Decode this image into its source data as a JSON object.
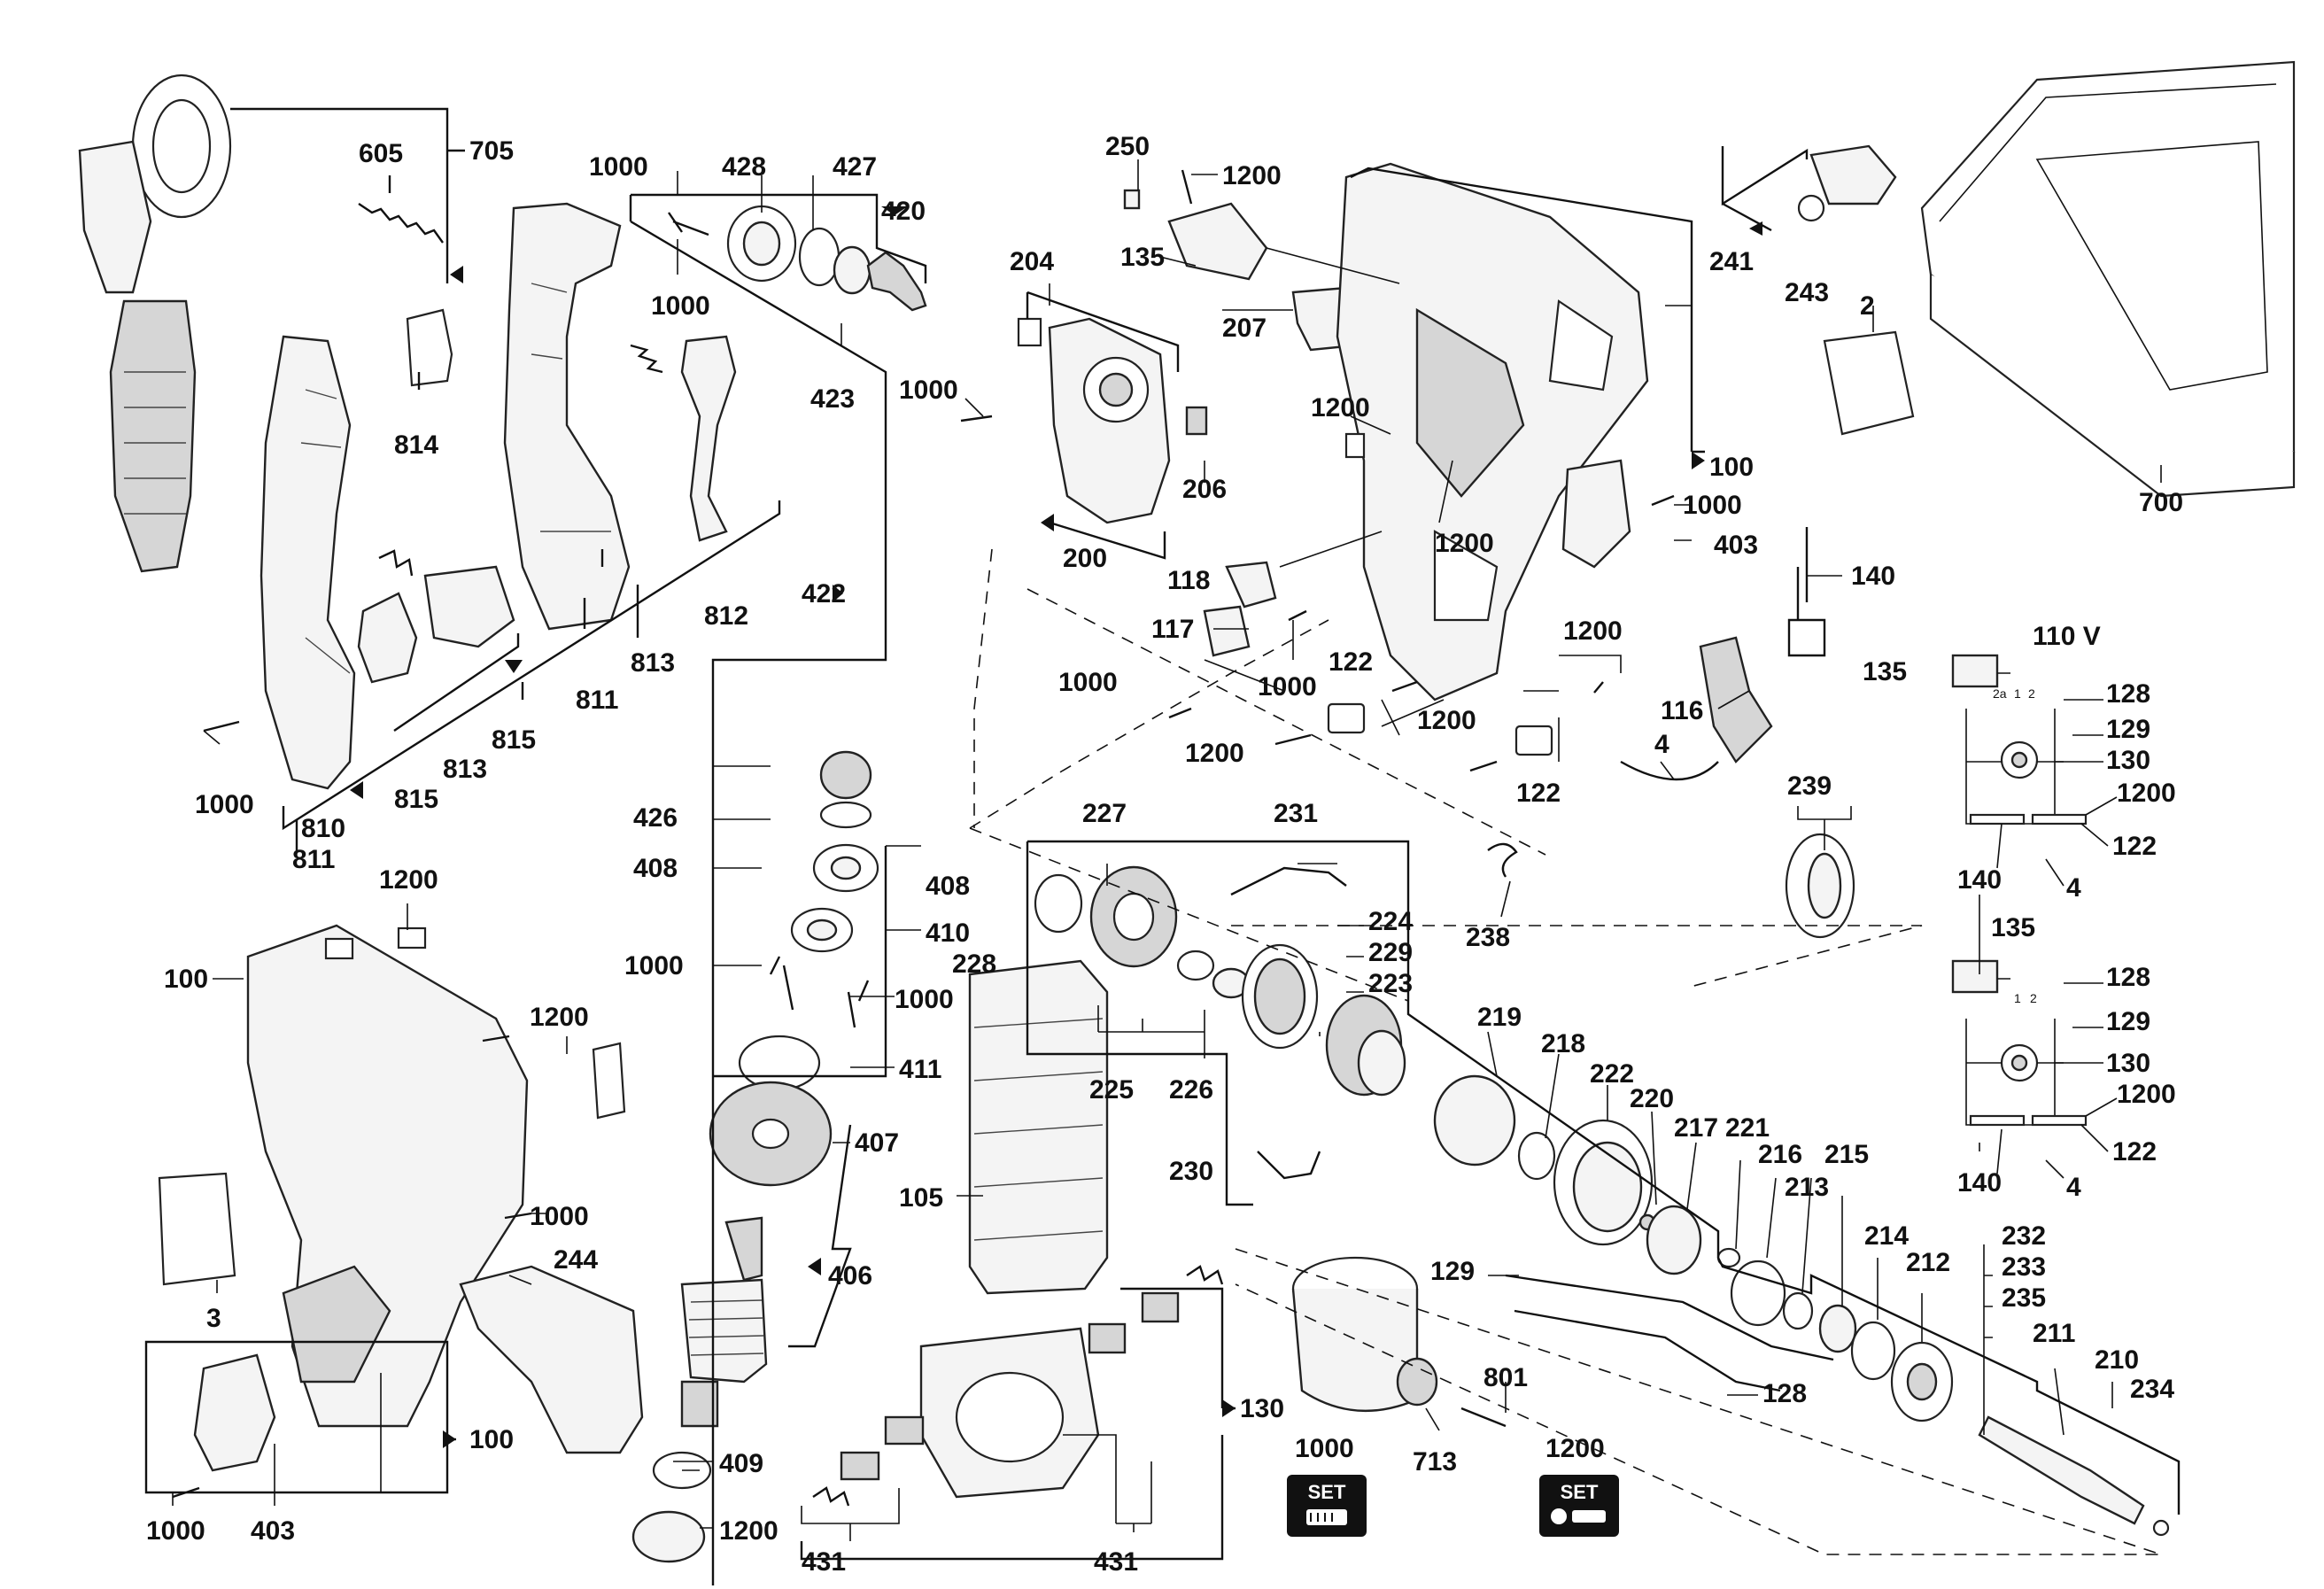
{
  "diagram": {
    "callouts": [
      {
        "id": "c-605",
        "text": "605"
      },
      {
        "id": "c-705",
        "text": "705"
      },
      {
        "id": "c-814",
        "text": "814"
      },
      {
        "id": "c-812",
        "text": "812"
      },
      {
        "id": "c-811a",
        "text": "811"
      },
      {
        "id": "c-813a",
        "text": "813"
      },
      {
        "id": "c-815a",
        "text": "815"
      },
      {
        "id": "c-813b",
        "text": "813"
      },
      {
        "id": "c-815b",
        "text": "815"
      },
      {
        "id": "c-810",
        "text": "810"
      },
      {
        "id": "c-811b",
        "text": "811"
      },
      {
        "id": "c-1000a",
        "text": "1000"
      },
      {
        "id": "c-1000b",
        "text": "1000"
      },
      {
        "id": "c-428",
        "text": "428"
      },
      {
        "id": "c-427",
        "text": "427"
      },
      {
        "id": "c-420",
        "text": "420"
      },
      {
        "id": "c-1000c",
        "text": "1000"
      },
      {
        "id": "c-423",
        "text": "423"
      },
      {
        "id": "c-1000d",
        "text": "1000"
      },
      {
        "id": "c-422",
        "text": "422"
      },
      {
        "id": "c-204",
        "text": "204"
      },
      {
        "id": "c-206",
        "text": "206"
      },
      {
        "id": "c-200",
        "text": "200"
      },
      {
        "id": "c-250",
        "text": "250"
      },
      {
        "id": "c-1200a",
        "text": "1200"
      },
      {
        "id": "c-135a",
        "text": "135"
      },
      {
        "id": "c-207",
        "text": "207"
      },
      {
        "id": "c-1200b",
        "text": "1200"
      },
      {
        "id": "c-100a",
        "text": "100"
      },
      {
        "id": "c-1000e",
        "text": "1000"
      },
      {
        "id": "c-403a",
        "text": "403"
      },
      {
        "id": "c-1200c",
        "text": "1200"
      },
      {
        "id": "c-118",
        "text": "118"
      },
      {
        "id": "c-117",
        "text": "117"
      },
      {
        "id": "c-1000f",
        "text": "1000"
      },
      {
        "id": "c-1000g",
        "text": "1000"
      },
      {
        "id": "c-122a",
        "text": "122"
      },
      {
        "id": "c-1200d",
        "text": "1200"
      },
      {
        "id": "c-1200e",
        "text": "1200"
      },
      {
        "id": "c-1200f",
        "text": "1200"
      },
      {
        "id": "c-122b",
        "text": "122"
      },
      {
        "id": "c-241",
        "text": "241"
      },
      {
        "id": "c-243",
        "text": "243"
      },
      {
        "id": "c-2",
        "text": "2"
      },
      {
        "id": "c-700",
        "text": "700"
      },
      {
        "id": "c-140a",
        "text": "140"
      },
      {
        "id": "c-116",
        "text": "116"
      },
      {
        "id": "c-4a",
        "text": "4"
      },
      {
        "id": "c-239",
        "text": "239"
      },
      {
        "id": "c-238",
        "text": "238"
      },
      {
        "id": "c-110v",
        "text": "110 V"
      },
      {
        "id": "c-135b",
        "text": "135"
      },
      {
        "id": "c-128a",
        "text": "128"
      },
      {
        "id": "c-129a",
        "text": "129"
      },
      {
        "id": "c-130a",
        "text": "130"
      },
      {
        "id": "c-1200g",
        "text": "1200"
      },
      {
        "id": "c-122c",
        "text": "122"
      },
      {
        "id": "c-140b",
        "text": "140"
      },
      {
        "id": "c-4b",
        "text": "4"
      },
      {
        "id": "c-135c",
        "text": "135"
      },
      {
        "id": "c-128b",
        "text": "128"
      },
      {
        "id": "c-129b",
        "text": "129"
      },
      {
        "id": "c-130b",
        "text": "130"
      },
      {
        "id": "c-1200h",
        "text": "1200"
      },
      {
        "id": "c-122d",
        "text": "122"
      },
      {
        "id": "c-140c",
        "text": "140"
      },
      {
        "id": "c-4c",
        "text": "4"
      },
      {
        "id": "c-426",
        "text": "426"
      },
      {
        "id": "c-408a",
        "text": "408"
      },
      {
        "id": "c-408b",
        "text": "408"
      },
      {
        "id": "c-410",
        "text": "410"
      },
      {
        "id": "c-1000h",
        "text": "1000"
      },
      {
        "id": "c-1000i",
        "text": "1000"
      },
      {
        "id": "c-411",
        "text": "411"
      },
      {
        "id": "c-407",
        "text": "407"
      },
      {
        "id": "c-406",
        "text": "406"
      },
      {
        "id": "c-409",
        "text": "409"
      },
      {
        "id": "c-1200i",
        "text": "1200"
      },
      {
        "id": "c-227",
        "text": "227"
      },
      {
        "id": "c-231",
        "text": "231"
      },
      {
        "id": "c-228",
        "text": "228"
      },
      {
        "id": "c-224",
        "text": "224"
      },
      {
        "id": "c-229",
        "text": "229"
      },
      {
        "id": "c-223",
        "text": "223"
      },
      {
        "id": "c-225",
        "text": "225"
      },
      {
        "id": "c-226",
        "text": "226"
      },
      {
        "id": "c-230",
        "text": "230"
      },
      {
        "id": "c-219",
        "text": "219"
      },
      {
        "id": "c-218",
        "text": "218"
      },
      {
        "id": "c-222",
        "text": "222"
      },
      {
        "id": "c-220",
        "text": "220"
      },
      {
        "id": "c-217",
        "text": "217"
      },
      {
        "id": "c-221",
        "text": "221"
      },
      {
        "id": "c-216",
        "text": "216"
      },
      {
        "id": "c-215",
        "text": "215"
      },
      {
        "id": "c-213",
        "text": "213"
      },
      {
        "id": "c-214",
        "text": "214"
      },
      {
        "id": "c-212",
        "text": "212"
      },
      {
        "id": "c-232",
        "text": "232"
      },
      {
        "id": "c-233",
        "text": "233"
      },
      {
        "id": "c-235",
        "text": "235"
      },
      {
        "id": "c-211",
        "text": "211"
      },
      {
        "id": "c-210",
        "text": "210"
      },
      {
        "id": "c-234",
        "text": "234"
      },
      {
        "id": "c-129c",
        "text": "129"
      },
      {
        "id": "c-128c",
        "text": "128"
      },
      {
        "id": "c-105",
        "text": "105"
      },
      {
        "id": "c-130c",
        "text": "130"
      },
      {
        "id": "c-431a",
        "text": "431"
      },
      {
        "id": "c-431b",
        "text": "431"
      },
      {
        "id": "c-801",
        "text": "801"
      },
      {
        "id": "c-713",
        "text": "713"
      },
      {
        "id": "c-1000j",
        "text": "1000"
      },
      {
        "id": "c-1200j",
        "text": "1200"
      },
      {
        "id": "c-1200k",
        "text": "1200"
      },
      {
        "id": "c-100b",
        "text": "100"
      },
      {
        "id": "c-1200l",
        "text": "1200"
      },
      {
        "id": "c-1000k",
        "text": "1000"
      },
      {
        "id": "c-244",
        "text": "244"
      },
      {
        "id": "c-3",
        "text": "3"
      },
      {
        "id": "c-100c",
        "text": "100"
      },
      {
        "id": "c-1000l",
        "text": "1000"
      },
      {
        "id": "c-403b",
        "text": "403"
      }
    ],
    "set_badges": [
      {
        "id": "set-1000",
        "caption": "SET"
      },
      {
        "id": "set-1200",
        "caption": "SET"
      }
    ],
    "switch_terminals": {
      "upper": [
        "2a",
        "1",
        "2"
      ],
      "lower": [
        "1",
        "2"
      ]
    }
  }
}
